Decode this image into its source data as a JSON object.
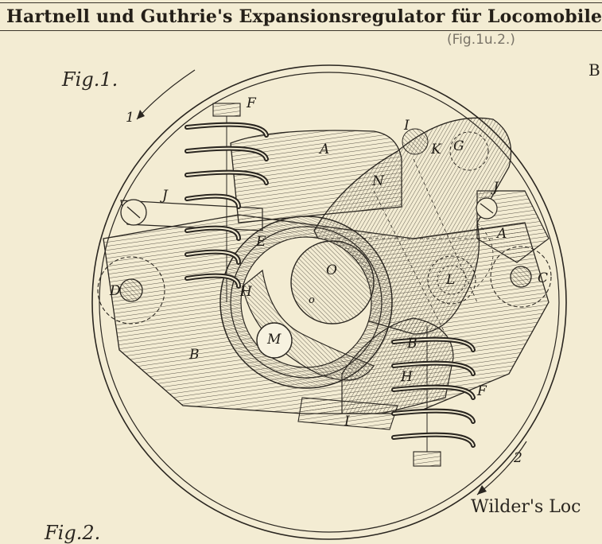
{
  "page": {
    "title": "Hartnell und Guthrie's  Expansionsregulator für Locomobilen.",
    "subtitle": "(Fig.1u.2.)",
    "fig1_caption": "Fig.1.",
    "fig2_caption": "Fig.2.",
    "corner_label": "B",
    "footer_text": "Wilder's Loc"
  },
  "diagram": {
    "part_labels": {
      "A1": "A",
      "A2": "A",
      "B1": "B",
      "B2": "B",
      "C": "C",
      "D": "D",
      "E": "E",
      "F1": "F",
      "F2": "F",
      "G": "G",
      "H1": "H",
      "H2": "H",
      "I1": "I",
      "I2": "I",
      "J1": "J",
      "J2": "J",
      "K": "K",
      "L": "L",
      "M": "M",
      "N": "N",
      "O": "O",
      "o": "o",
      "rot1": "1",
      "rot2": "2"
    },
    "colors": {
      "paper": "#f3ecd3",
      "ink": "#2a2620",
      "hatch": "#4a443a"
    }
  }
}
